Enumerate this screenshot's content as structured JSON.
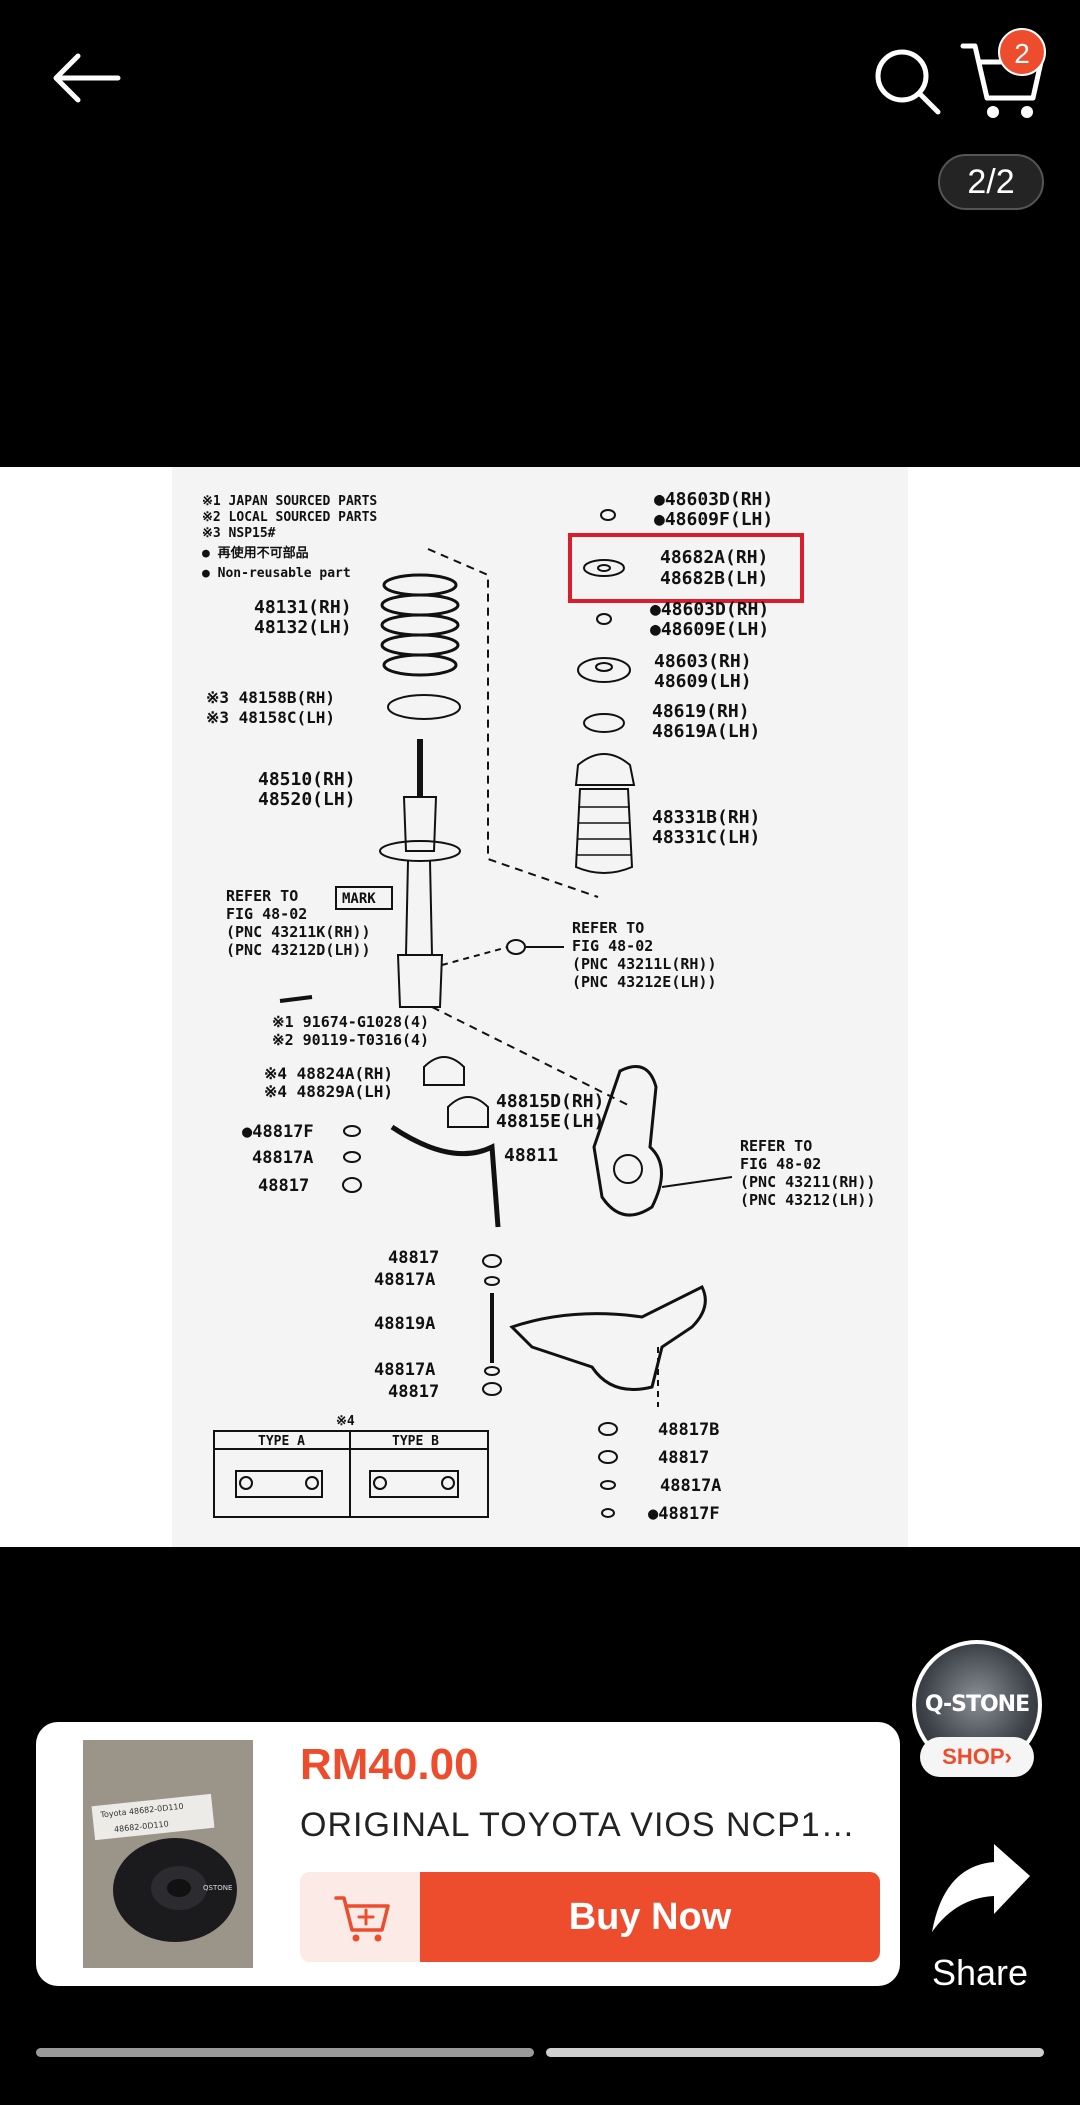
{
  "header": {
    "cart_count": "2",
    "image_counter": "2/2"
  },
  "diagram": {
    "notes": [
      "※1 JAPAN SOURCED PARTS",
      "※2 LOCAL SOURCED PARTS",
      "※3 NSP15#",
      "● 再使用不可部品",
      "● Non-reusable part"
    ],
    "parts": {
      "p48603D_top": "●48603D(RH)",
      "p48609F": "●48609F(LH)",
      "p48682A": "48682A(RH)",
      "p48682B": "48682B(LH)",
      "p48603D_2": "●48603D(RH)",
      "p48609E": "●48609E(LH)",
      "p48603": "48603(RH)",
      "p48609": "48609(LH)",
      "p48619": "48619(RH)",
      "p48619A": "48619A(LH)",
      "p48331B": "48331B(RH)",
      "p48331C": "48331C(LH)",
      "p48131": "48131(RH)",
      "p48132": "48132(LH)",
      "p48158B": "※3 48158B(RH)",
      "p48158C": "※3 48158C(LH)",
      "p48510": "48510(RH)",
      "p48520": "48520(LH)",
      "mark": "MARK",
      "refer1_a": "REFER TO",
      "refer1_b": "FIG 48-02",
      "refer1_c": "(PNC 43211K(RH))",
      "refer1_d": "(PNC 43212D(LH))",
      "refer2_a": "REFER TO",
      "refer2_b": "FIG 48-02",
      "refer2_c": "(PNC 43211L(RH))",
      "refer2_d": "(PNC 43212E(LH))",
      "p91674": "※1 91674-G1028(4)",
      "p90119": "※2 90119-T0316(4)",
      "p48824A": "※4 48824A(RH)",
      "p48829A": "※4 48829A(LH)",
      "p48815D": "48815D(RH)",
      "p48815E": "48815E(LH)",
      "p48817F_l": "●48817F",
      "p48817A_l": "48817A",
      "p48817_l": "48817",
      "p48811": "48811",
      "refer3_a": "REFER TO",
      "refer3_b": "FIG 48-02",
      "refer3_c": "(PNC 43211(RH))",
      "refer3_d": "(PNC 43212(LH))",
      "p48817_c1": "48817",
      "p48817A_c1": "48817A",
      "p48819A": "48819A",
      "p48817A_c2": "48817A",
      "p48817_c2": "48817",
      "p48817B": "48817B",
      "p48817_r": "48817",
      "p48817A_r": "48817A",
      "p48817F_r": "●48817F",
      "type_note": "※4",
      "type_a": "TYPE A",
      "type_b": "TYPE B"
    }
  },
  "shop": {
    "name": "Q-STONE",
    "tag": "SHOP",
    "tag_arrow": "›"
  },
  "product": {
    "price": "RM40.00",
    "title": "ORIGINAL TOYOTA VIOS NCP1…",
    "thumb_label_1": "Toyota 48682-0D110",
    "thumb_label_2": "48682-0D110",
    "thumb_brand": "QSTONE",
    "buy_label": "Buy Now"
  },
  "share": {
    "label": "Share"
  },
  "colors": {
    "accent": "#ee4d2d",
    "highlight_box": "#d81e2c"
  }
}
